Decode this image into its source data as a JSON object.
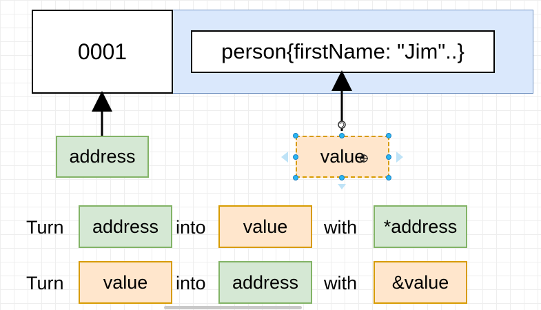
{
  "memory": {
    "address": "0001",
    "object": "person{firstName: \"Jim\"..}"
  },
  "nodes": {
    "address": "address",
    "value": "value"
  },
  "rules": [
    {
      "turn": "Turn",
      "from": "address",
      "into": "into",
      "to": "value",
      "with": "with",
      "op": "*address"
    },
    {
      "turn": "Turn",
      "from": "value",
      "into": "into",
      "to": "address",
      "with": "with",
      "op": "&value"
    }
  ],
  "colors": {
    "panel_fill": "#dae8fc",
    "panel_stroke": "#6c8ebf",
    "green_fill": "#d5e8d4",
    "green_stroke": "#82b366",
    "orange_fill": "#ffe6cc",
    "orange_stroke": "#d79b00",
    "selection_handle": "#29b6f2"
  }
}
